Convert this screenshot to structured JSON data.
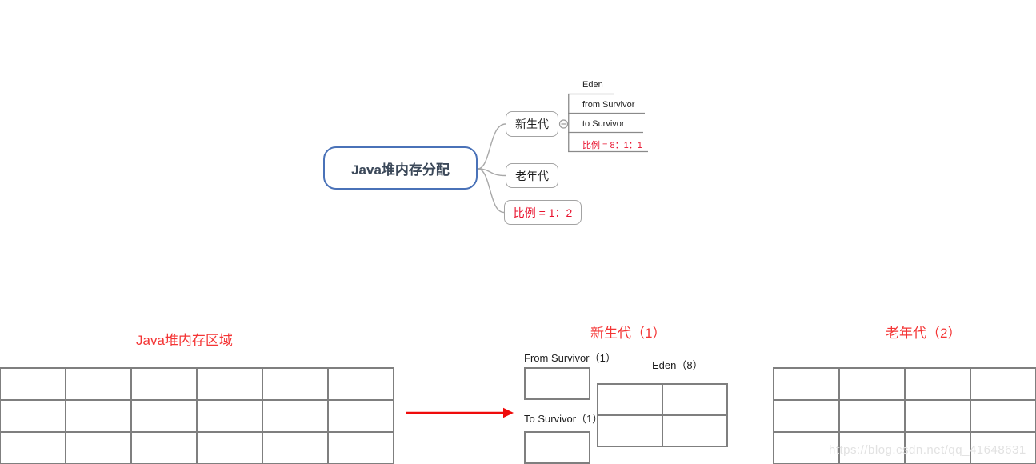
{
  "mindmap": {
    "root_label": "Java堆内存分配",
    "children": [
      {
        "label": "新生代"
      },
      {
        "label": "老年代"
      },
      {
        "label": "比例 = 1：2"
      }
    ],
    "subtopics": [
      {
        "label": "Eden"
      },
      {
        "label": "from Survivor"
      },
      {
        "label": "to Survivor"
      },
      {
        "label": "比例 = 8：1：1"
      }
    ],
    "collapse_icon": "minus-circle"
  },
  "diagram": {
    "heap_title": "Java堆内存区域",
    "young_title": "新生代（1）",
    "old_title": "老年代（2）",
    "from_survivor_label": "From Survivor（1）",
    "to_survivor_label": "To Survivor（1）",
    "eden_label": "Eden（8）",
    "arrow_icon": "right-arrow",
    "heap_grid": {
      "cols": 6,
      "rows": 3
    },
    "eden_grid": {
      "cols": 2,
      "rows": 2
    },
    "old_grid": {
      "cols": 4,
      "rows": 3
    }
  },
  "watermark": "https://blog.csdn.net/qq_41648631",
  "colors": {
    "red_title": "#f43535",
    "red_node": "#e8112d",
    "arrow_red": "#ef0b0b",
    "root_border": "#4a72b8",
    "root_text": "#3b4859",
    "node_border": "#a3a3a3",
    "branch_gray": "#a8a8a8",
    "subline_gray": "#8a8a8a",
    "grid_line": "#7f7f7f",
    "watermark_gray": "#e2e2e2"
  }
}
